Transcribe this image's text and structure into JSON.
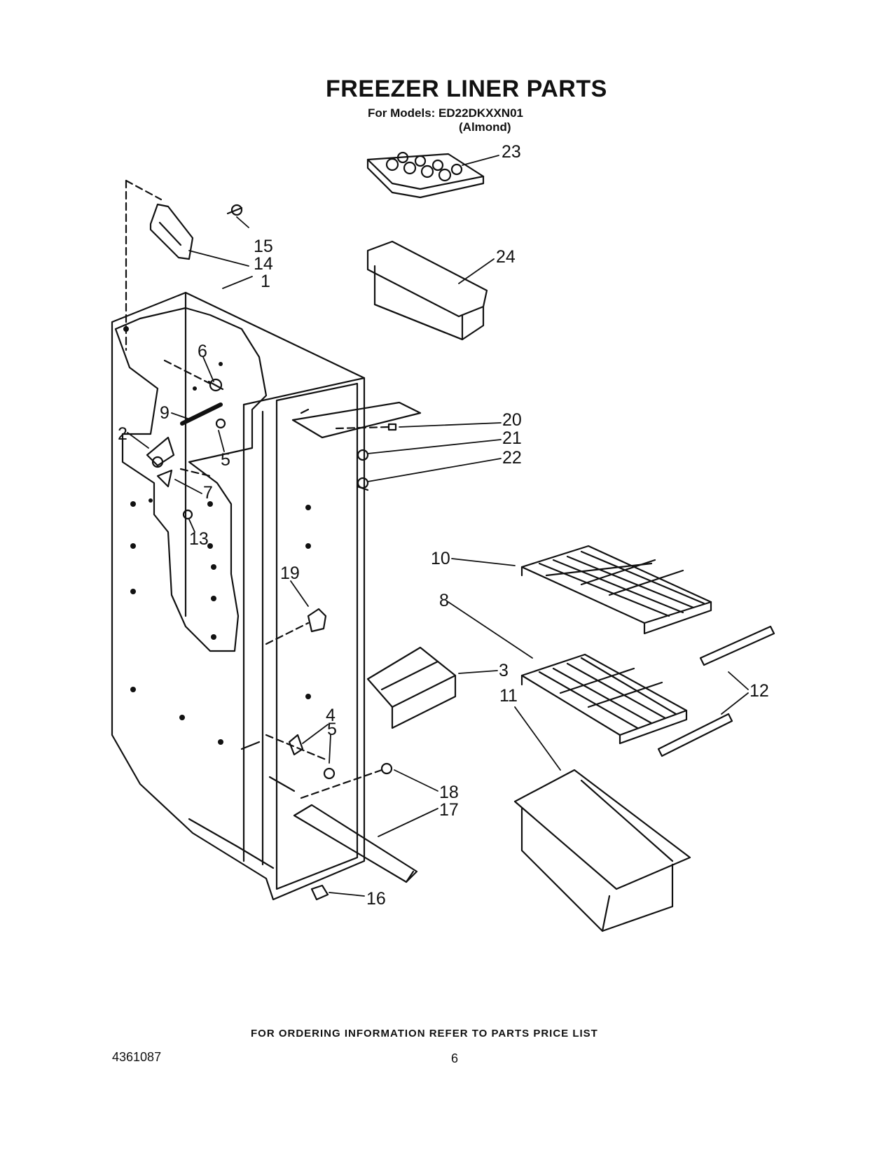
{
  "header": {
    "title": "FREEZER LINER PARTS",
    "models": "For Models: ED22DKXXN01",
    "color": "(Almond)"
  },
  "callouts": [
    "1",
    "2",
    "3",
    "4",
    "5",
    "5",
    "6",
    "7",
    "8",
    "9",
    "10",
    "11",
    "12",
    "13",
    "14",
    "15",
    "16",
    "17",
    "18",
    "19",
    "20",
    "21",
    "22",
    "23",
    "24"
  ],
  "footer": {
    "ordering_note": "FOR ORDERING INFORMATION REFER TO PARTS PRICE LIST",
    "document_number": "4361087",
    "page_number": "6"
  }
}
